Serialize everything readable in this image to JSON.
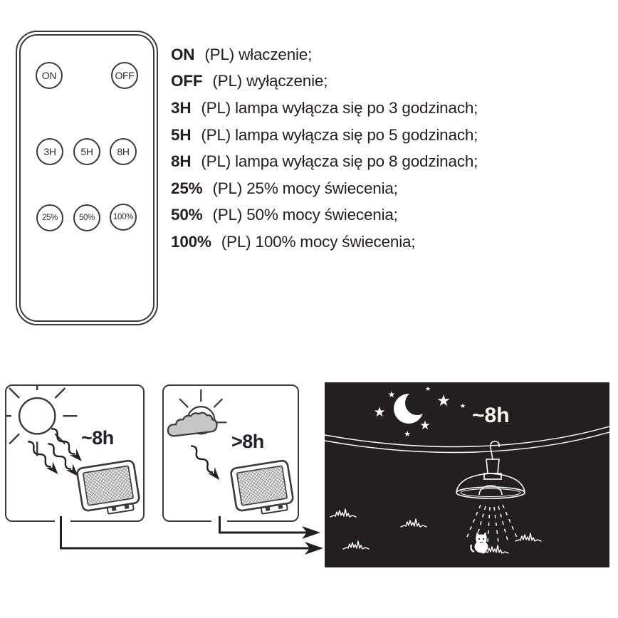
{
  "remote": {
    "buttons": [
      {
        "label": "ON"
      },
      {
        "label": "OFF"
      },
      {
        "label": "3H"
      },
      {
        "label": "5H"
      },
      {
        "label": "8H"
      },
      {
        "label": "25%"
      },
      {
        "label": "50%"
      },
      {
        "label": "100%"
      }
    ]
  },
  "legend": {
    "items": [
      {
        "key": "ON",
        "desc": "(PL) właczenie;"
      },
      {
        "key": "OFF",
        "desc": "(PL) wyłączenie;"
      },
      {
        "key": "3H",
        "desc": "(PL) lampa wyłącza się po 3 godzinach;"
      },
      {
        "key": "5H",
        "desc": "(PL) lampa wyłącza się po 5 godzinach;"
      },
      {
        "key": "8H",
        "desc": "(PL) lampa wyłącza się po 8 godzinach;"
      },
      {
        "key": "25%",
        "desc": "(PL) 25% mocy świecenia;"
      },
      {
        "key": "50%",
        "desc": "(PL) 50% mocy świecenia;"
      },
      {
        "key": "100%",
        "desc": "(PL) 100% mocy świecenia;"
      }
    ]
  },
  "diagrams": {
    "sunny_panel": {
      "duration_label": "~8h"
    },
    "cloudy_panel": {
      "duration_label": ">8h"
    },
    "night_scene": {
      "duration_label": "~8h"
    }
  },
  "colors": {
    "ink": "#231f20",
    "outline": "#3a3a3a",
    "cloud_fill": "#c6c6c6",
    "night_background": "#231f20",
    "night_text": "#fbf8ef"
  }
}
